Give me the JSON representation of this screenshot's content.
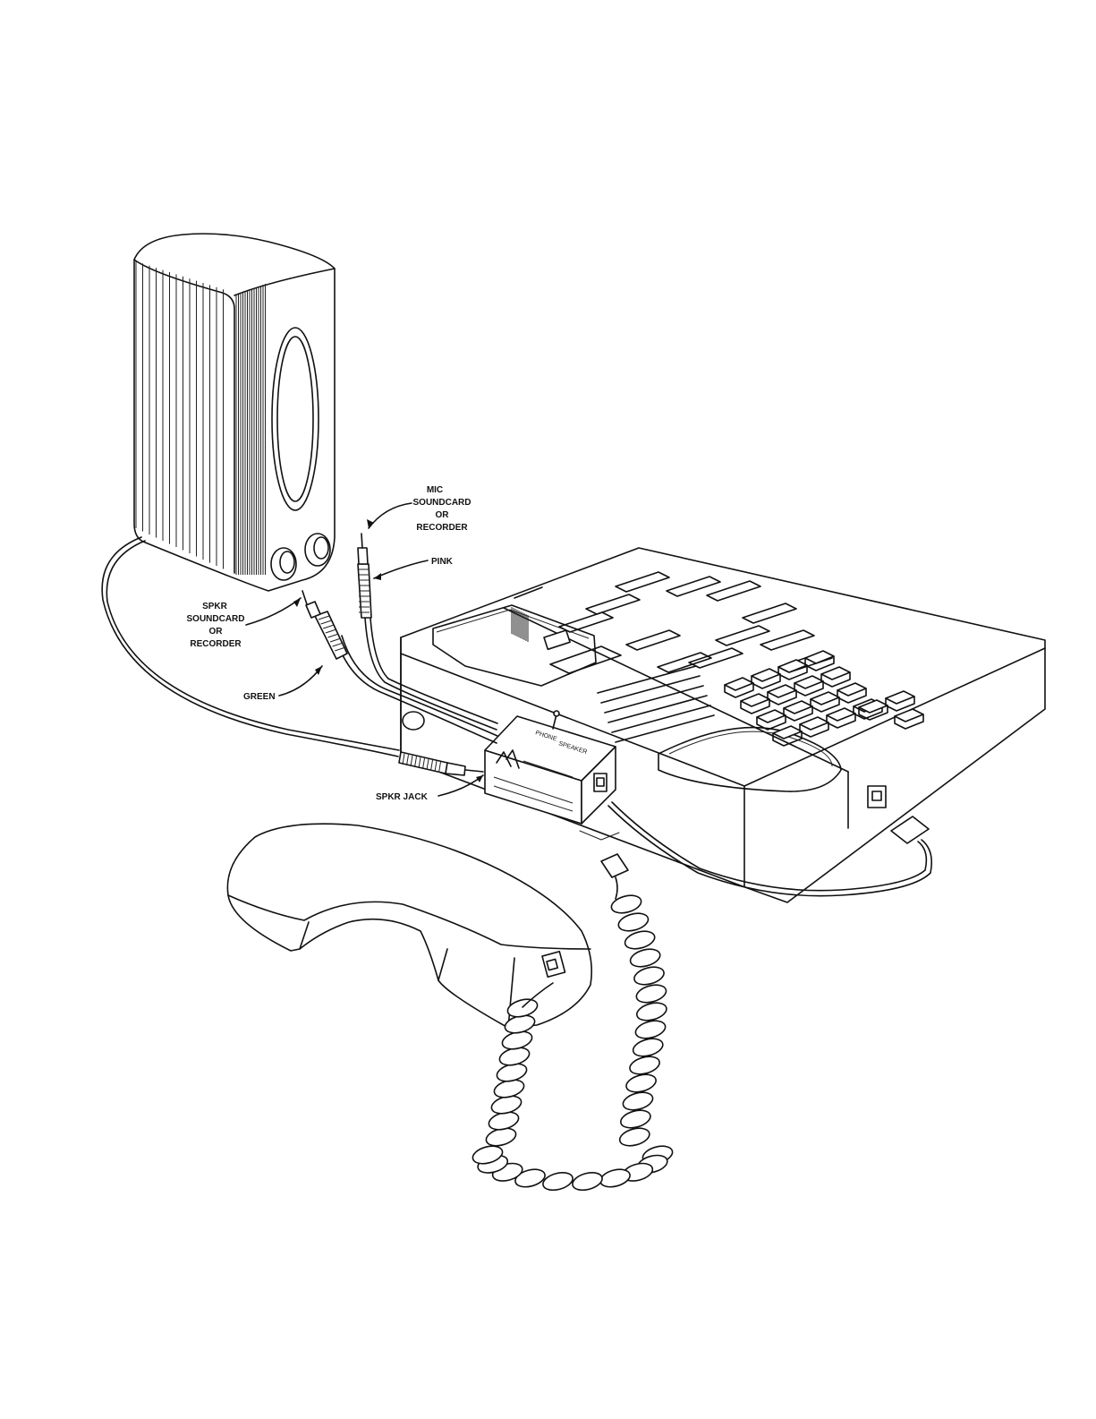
{
  "callouts": {
    "mic": [
      "MIC",
      "SOUNDCARD",
      "OR",
      "RECORDER"
    ],
    "pink": "PINK",
    "spkr": [
      "SPKR",
      "SOUNDCARD",
      "OR",
      "RECORDER"
    ],
    "green": "GREEN",
    "spkr_jack": "SPKR JACK"
  },
  "adapter_box": {
    "switch_phone": "PHONE",
    "switch_speaker": "SPEAKER"
  },
  "colors": {
    "ink": "#111111",
    "paper": "#ffffff"
  }
}
